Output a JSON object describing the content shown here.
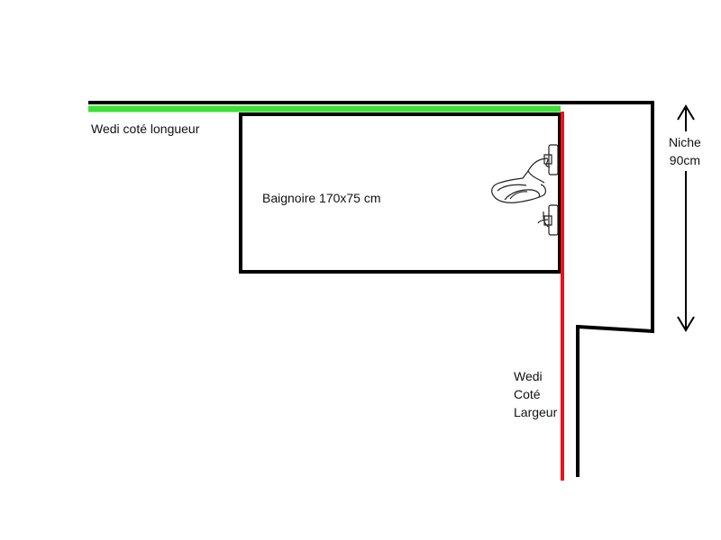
{
  "labels": {
    "wedi_longueur": "Wedi coté longueur",
    "bathtub": "Baignoire 170x75 cm",
    "niche_line1": "Niche",
    "niche_line2": "90cm",
    "wedi_largeur_line1": "Wedi",
    "wedi_largeur_line2": "Coté",
    "wedi_largeur_line3": "Largeur"
  },
  "colors": {
    "wall": "#000000",
    "wedi_longueur_line": "#3ee03a",
    "wedi_largeur_line": "#e8141c",
    "background": "#ffffff"
  },
  "icons": [
    "faucet-icon",
    "dimension-arrow-icon"
  ]
}
